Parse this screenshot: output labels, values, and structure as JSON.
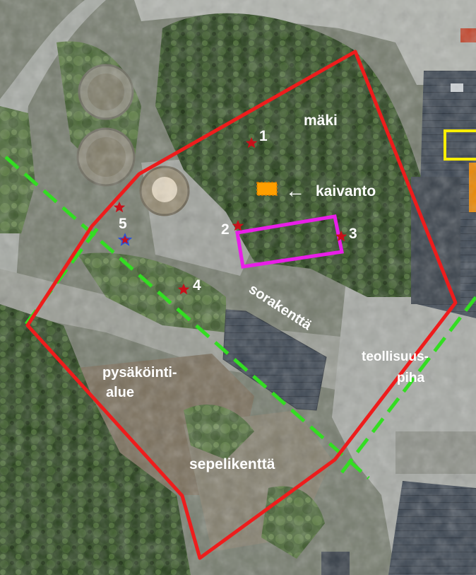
{
  "map": {
    "areas": {
      "maki": "mäki",
      "kaivanto": "kaivanto",
      "sorakentta": "sorakenttä",
      "teollisuuspiha_1": "teollisuus-",
      "teollisuuspiha_2": "piha",
      "pysakointi_1": "pysäköinti-",
      "pysakointi_2": "alue",
      "sepelikentta": "sepelikenttä"
    },
    "points": [
      {
        "label": "1"
      },
      {
        "label": "2"
      },
      {
        "label": "3"
      },
      {
        "label": "4"
      },
      {
        "label": "5"
      }
    ],
    "arrow": "←",
    "colors": {
      "boundary": "#ee1c1c",
      "dashed_line": "#33dd22",
      "rectangle": "#e81ee8",
      "marker": "#ff9f00",
      "yellow_frame": "#ffee00",
      "star_red": "#c8101a",
      "star_blue": "#2b53d6"
    }
  }
}
